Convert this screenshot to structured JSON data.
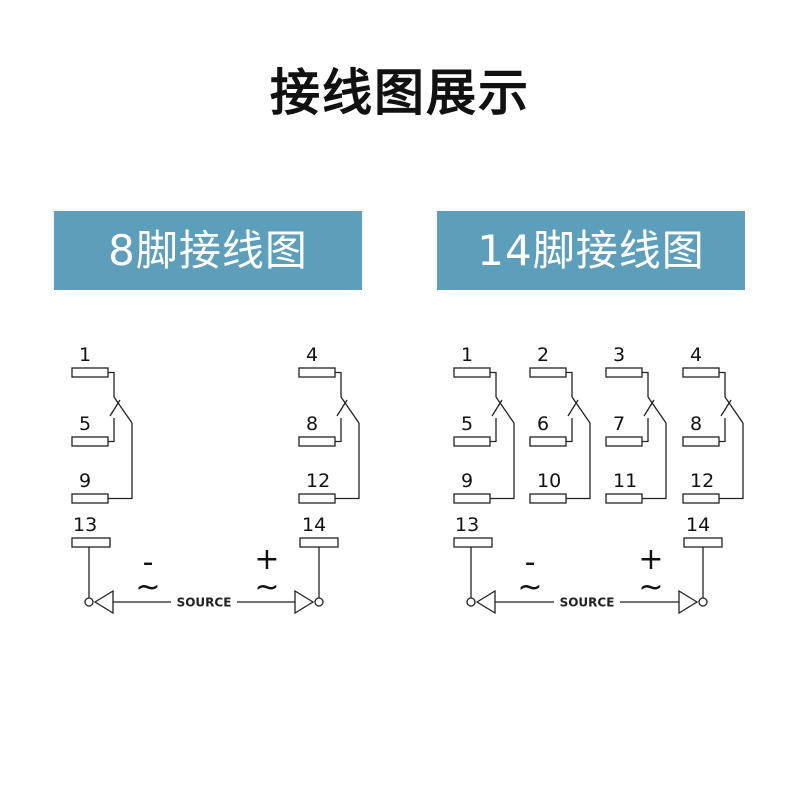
{
  "title": "接线图展示",
  "panels": [
    {
      "heading": "8脚接线图",
      "groups": [
        {
          "top": "1",
          "mid": "5",
          "bot": "9"
        },
        {
          "top": "4",
          "mid": "8",
          "bot": "12"
        }
      ],
      "coil": {
        "left": "13",
        "right": "14"
      },
      "source": {
        "label": "SOURCE",
        "minus": "-",
        "plus": "+",
        "ac": "~"
      }
    },
    {
      "heading": "14脚接线图",
      "groups": [
        {
          "top": "1",
          "mid": "5",
          "bot": "9"
        },
        {
          "top": "2",
          "mid": "6",
          "bot": "10"
        },
        {
          "top": "3",
          "mid": "7",
          "bot": "11"
        },
        {
          "top": "4",
          "mid": "8",
          "bot": "12"
        }
      ],
      "coil": {
        "left": "13",
        "right": "14"
      },
      "source": {
        "label": "SOURCE",
        "minus": "-",
        "plus": "+",
        "ac": "~"
      }
    }
  ]
}
